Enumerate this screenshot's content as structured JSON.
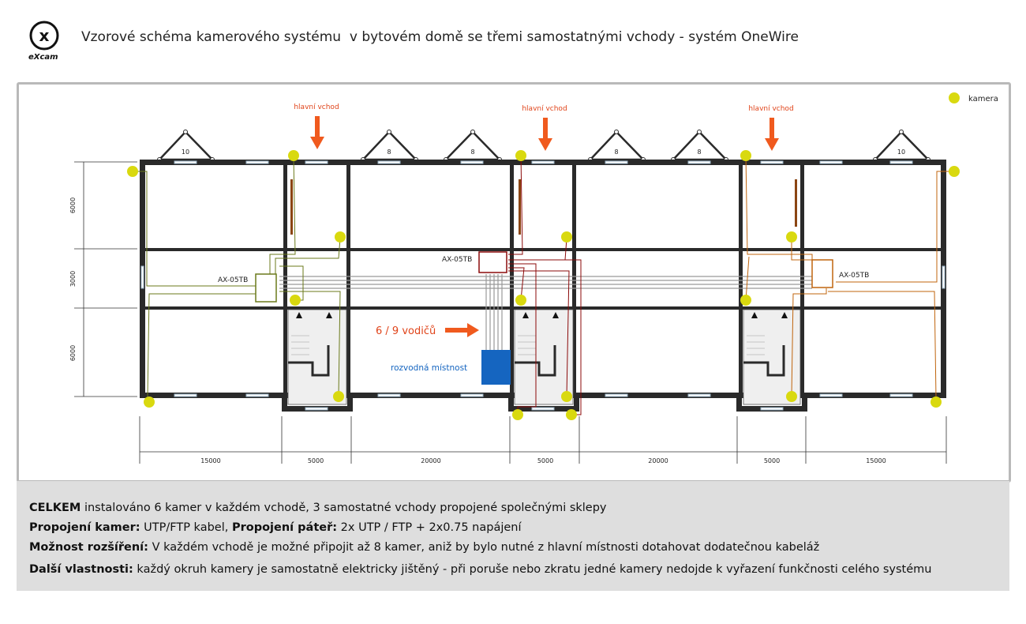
{
  "header": {
    "logo_text": "eXcam",
    "title": "Vzorové schéma kamerového systému  v bytovém domě se třemi samostatnými vchody - systém OneWire"
  },
  "legend": {
    "label": "kamera",
    "camera_color": "#d9d90f"
  },
  "diagram": {
    "entrance_label": "hlavní vchod",
    "switch_label": "AX-05TB",
    "wires_label": "6 / 9 vodičů",
    "server_room_label": "rozvodná místnost",
    "gables": [
      "10",
      "8",
      "8",
      "8",
      "8",
      "10"
    ],
    "dims_vertical": [
      "6000",
      "3000",
      "6000"
    ],
    "dims_horizontal": [
      "15000",
      "5000",
      "20000",
      "5000",
      "20000",
      "5000",
      "15000"
    ],
    "colors": {
      "wall": "#2a2a2a",
      "arrow": "#f05a1e",
      "server": "#1565c0",
      "olive": "#6b7a1b",
      "dark_red": "#8b0a0a",
      "orange": "#c0650e"
    }
  },
  "info": {
    "line1": {
      "bold": "CELKEM",
      "text": " instalováno 6 kamer v každém vchodě, 3 samostatné vchody propojené společnými sklepy"
    },
    "line2": {
      "bold1": "Propojení kamer:",
      "text1": " UTP/FTP kabel, ",
      "bold2": "Propojení páteř:",
      "text2": " 2x UTP / FTP + 2x0.75 napájení"
    },
    "line3": {
      "bold": "Možnost rozšíření:",
      "text": " V každém vchodě je možné připojit až 8 kamer, aniž by bylo nutné z hlavní místnosti dotahovat dodatečnou kabeláž"
    },
    "line4": {
      "bold": "Další vlastnosti:",
      "text": " každý okruh kamery je samostatně elektricky jištěný - při poruše nebo zkratu jedné kamery nedojde k vyřazení funkčnosti celého systému"
    }
  }
}
